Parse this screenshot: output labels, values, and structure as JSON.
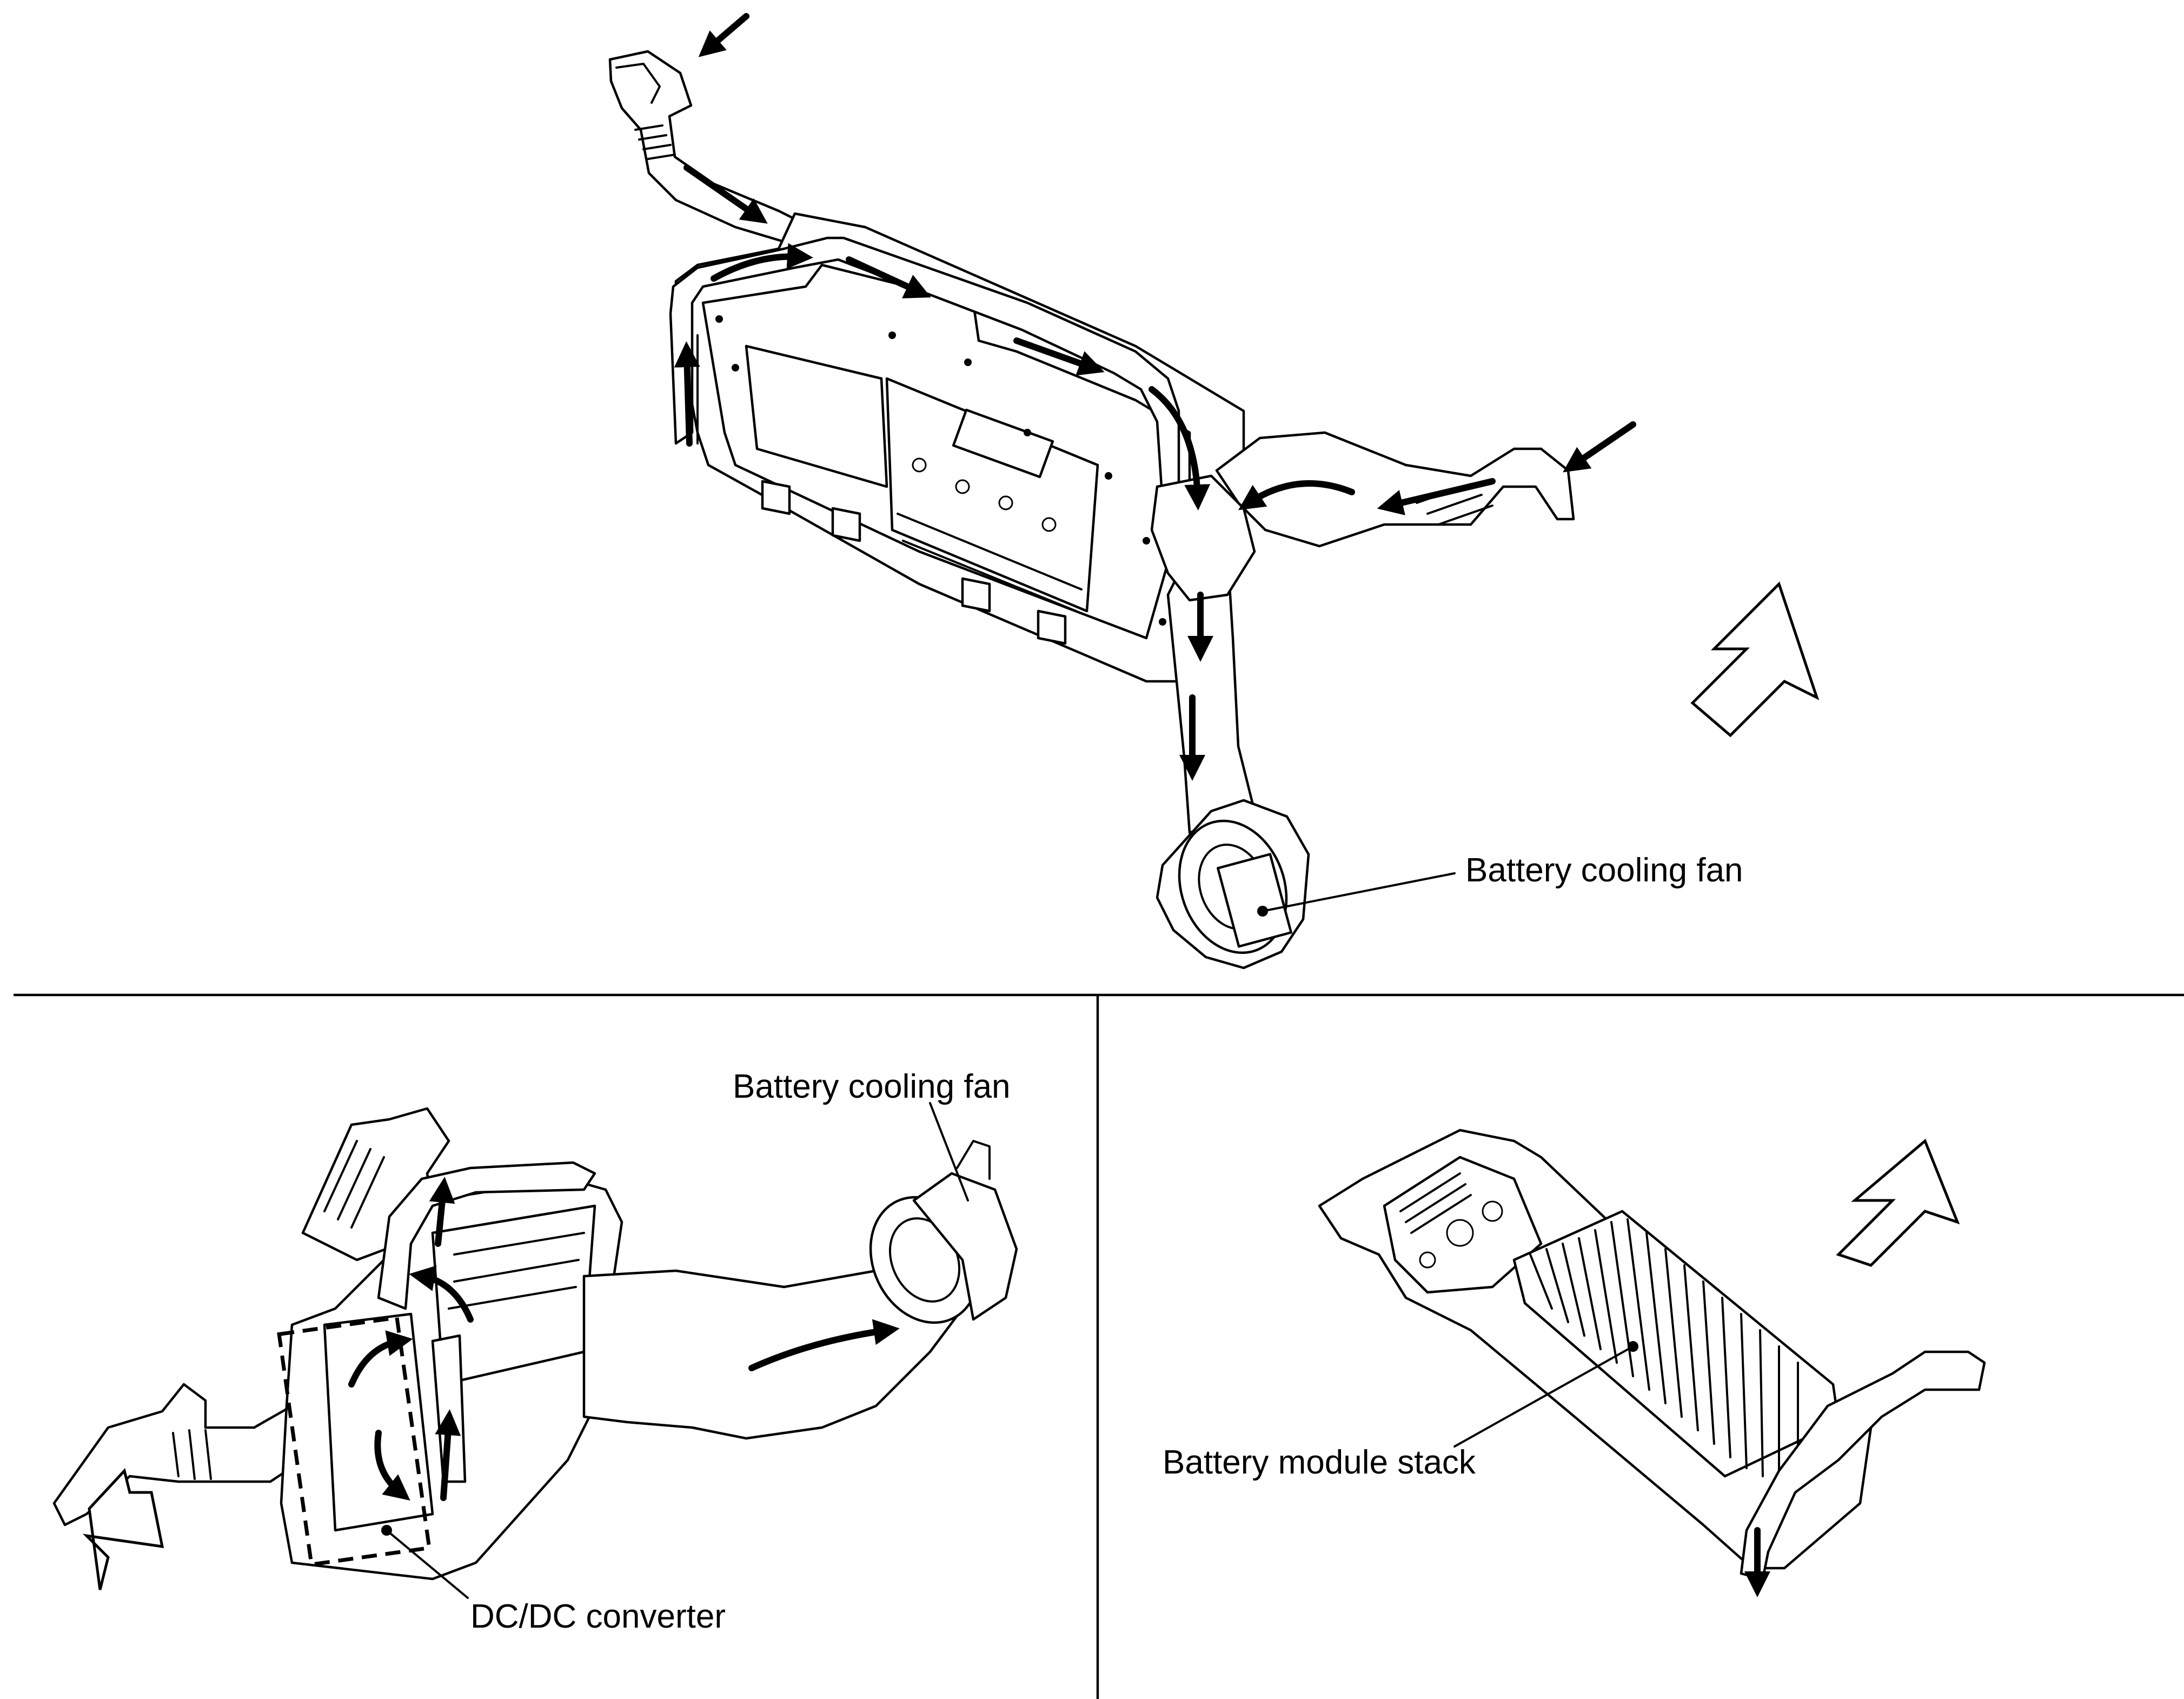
{
  "labels": {
    "fan_top": "Battery cooling fan",
    "fan_bottom": "Battery cooling fan",
    "dcdc": "DC/DC converter",
    "module_stack": "Battery module stack"
  }
}
